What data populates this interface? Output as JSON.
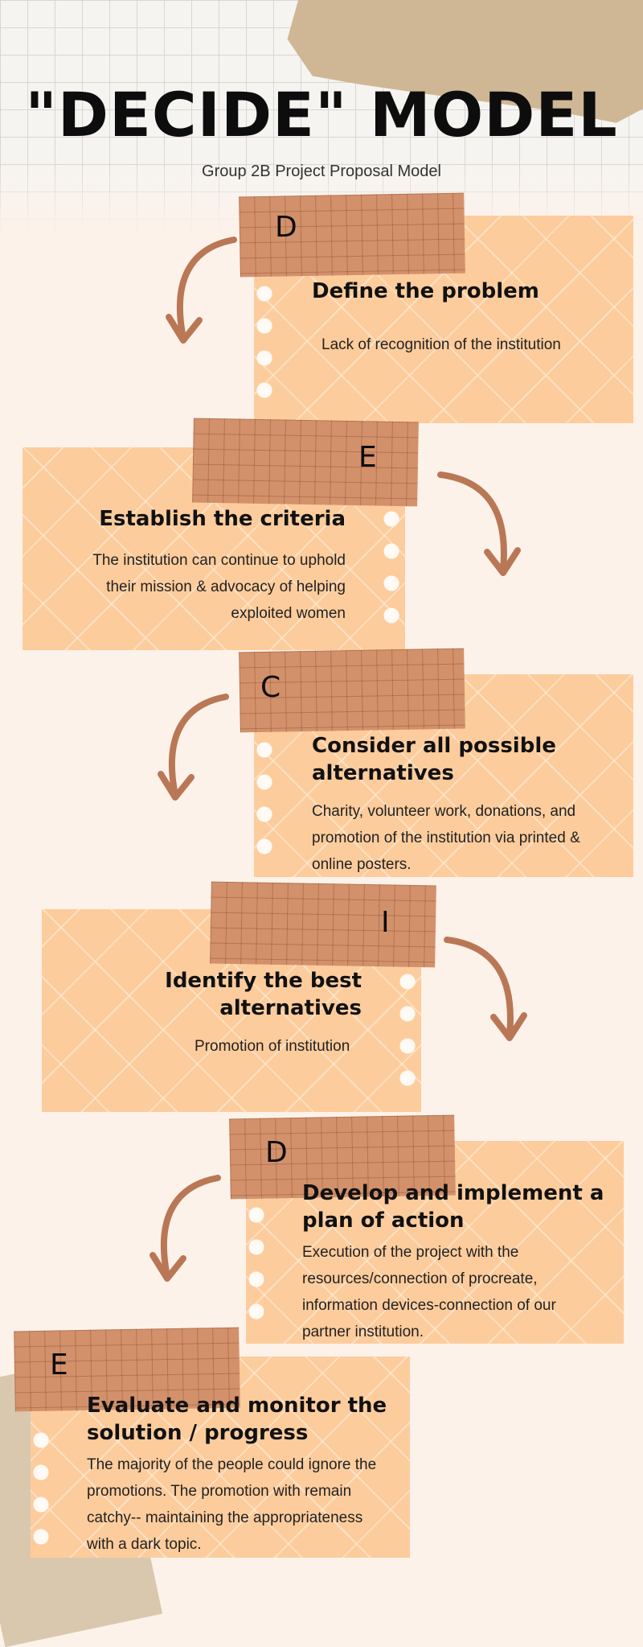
{
  "header": {
    "title": "\"DECIDE\" MODEL",
    "subtitle": "Group 2B Project Proposal Model"
  },
  "steps": [
    {
      "letter": "D",
      "title": "Define the problem",
      "text": "Lack of recognition of the institution"
    },
    {
      "letter": "E",
      "title": "Establish the criteria",
      "text": "The institution can continue to uphold their mission & advocacy of helping exploited women"
    },
    {
      "letter": "C",
      "title": "Consider all possible alternatives",
      "text": "Charity, volunteer work, donations, and promotion of the institution via printed & online posters."
    },
    {
      "letter": "I",
      "title": "Identify the best alternatives",
      "text": "Promotion of institution"
    },
    {
      "letter": "D",
      "title": "Develop and implement a plan of action",
      "text": "Execution of the project with the resources/connection of procreate, information devices-connection of our partner institution."
    },
    {
      "letter": "E",
      "title": "Evaluate and monitor the solution / progress",
      "text": "The majority of the people could ignore the promotions. The promotion with remain catchy-- maintaining the appropriateness with a dark topic."
    }
  ],
  "colors": {
    "card": "#fdcc9c",
    "tape": "#d3916b",
    "arrow": "#b97755",
    "background": "#fdf2ea"
  },
  "icons": [
    "curved-arrow-icon"
  ]
}
